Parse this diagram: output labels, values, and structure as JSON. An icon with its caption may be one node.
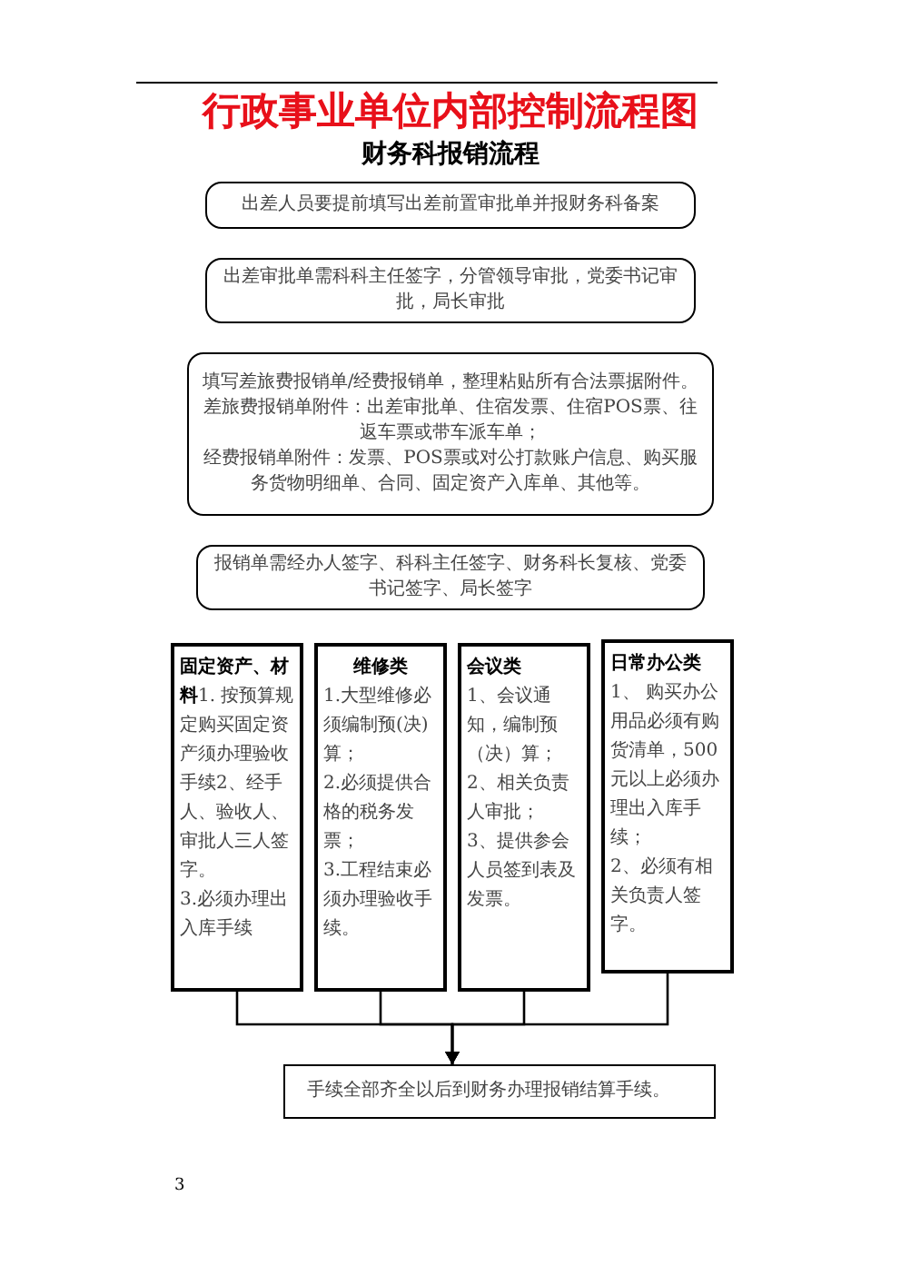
{
  "diagram": {
    "title": "行政事业单位内部控制流程图",
    "nodes": [
      {
        "text": [
          "出差人员要提前填写出差前置审批单并报财务科备案"
        ]
      },
      {
        "text": [
          "出差审批单需科科主任签字，分管领导审批，党委书记审批，局长审批"
        ]
      },
      {
        "text": [
          "填写差旅费报销单/经费报销单，整理粘贴所有合法票据附件。",
          "差旅费报销单附件：出差审批单、住宿发票、住宿POS票、往返车票或带车派车单；",
          "经费报销单附件：发票、POS票或对公打款账户信息、购买服务货物明细单、合同、固定资产入库单、其他等。"
        ]
      },
      {
        "text": [
          "报销单需经办人签字、科科主任签字、财务科长复核、党委书记签字、局长签字"
        ]
      },
      {
        "text": [
          "**固定资产、材料**1. 按预算规定购买固定资产须办理验收手续2、经手人、验收人、审批人三人签字。",
          "3.必须办理出入库手续"
        ]
      },
      {
        "text": [
          "维修类",
          "1.大型维修必须编制预(决)算；",
          "2.必须提供合格的税务发票；",
          "3.工程结束必须办理验收手续。"
        ]
      },
      {
        "text": [
          "会议类",
          "1、会议通知，编制预（决）算；",
          "2、相关负责人审批；",
          "3、提供参会人员签到表及发票。"
        ]
      },
      {
        "text": [
          "日常办公类",
          "1、 购买办公用品必须有购货清单，500元以上必须办理出入库手续；",
          "2、必须有相关负责人签字。"
        ]
      },
      {
        "text": [
          "手续全部齐全以后到财务办理报销结算手续。"
        ]
      }
    ],
    "edges": [
      {
        "from": 4,
        "to": 8,
        "arrow": "to"
      },
      {
        "from": 5,
        "to": 8,
        "arrow": "to"
      },
      {
        "from": 6,
        "to": 8,
        "arrow": "to"
      },
      {
        "from": 7,
        "to": 8,
        "arrow": "to"
      }
    ],
    "labels": [
      "财务科报销流程",
      "3"
    ]
  }
}
